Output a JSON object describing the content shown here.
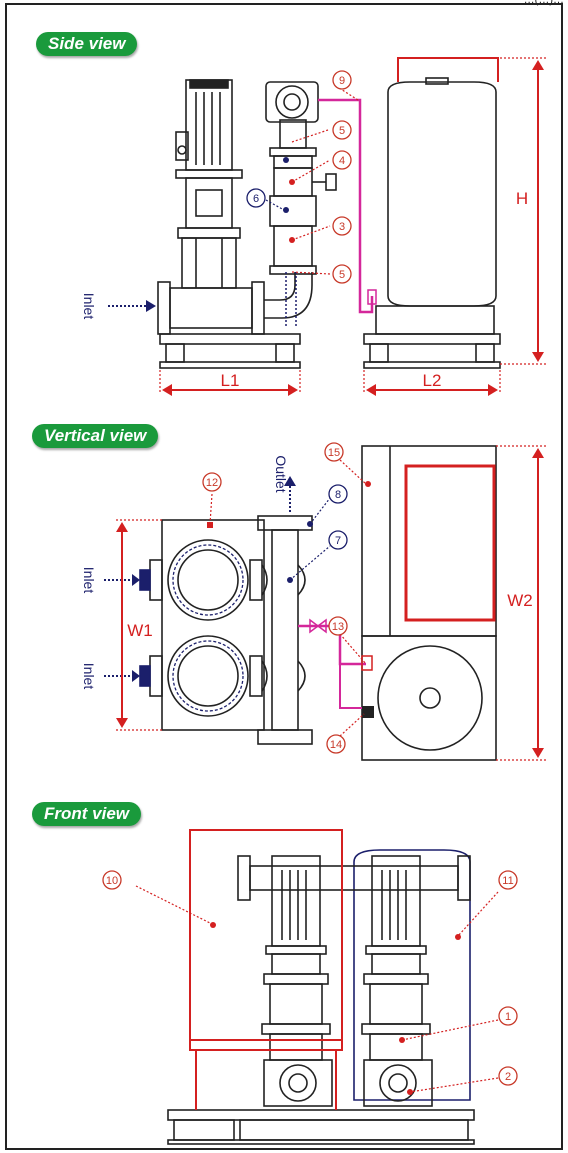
{
  "header": {
    "caption": "…(…)…"
  },
  "sections": {
    "side": {
      "title": "Side view"
    },
    "vertical": {
      "title": "Vertical view"
    },
    "front": {
      "title": "Front view"
    }
  },
  "labels": {
    "inlet": "Inlet",
    "outlet": "Outlet",
    "L1": "L1",
    "L2": "L2",
    "H": "H",
    "W1": "W1",
    "W2": "W2"
  },
  "callouts": {
    "c1": "1",
    "c2": "2",
    "c3": "3",
    "c4": "4",
    "c5": "5",
    "c6": "6",
    "c7": "7",
    "c8": "8",
    "c9": "9",
    "c10": "10",
    "c11": "11",
    "c12": "12",
    "c13": "13",
    "c14": "14",
    "c15": "15"
  },
  "colors": {
    "line": "#222222",
    "red": "#d42020",
    "navy": "#1b1f6b",
    "magenta": "#d4279a",
    "green": "#1a9a3c",
    "callout_red": "#c83a2a"
  }
}
